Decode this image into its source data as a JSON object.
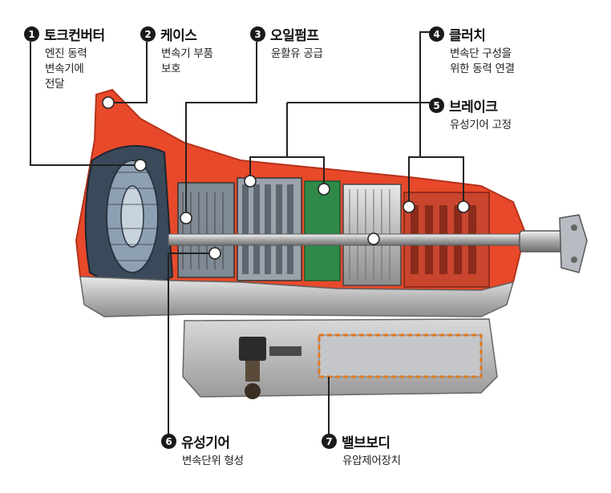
{
  "callouts": [
    {
      "num": "1",
      "title": "토크컨버터",
      "lines": [
        "엔진 동력",
        "변속기에",
        "전달"
      ]
    },
    {
      "num": "2",
      "title": "케이스",
      "lines": [
        "변속기 부품",
        "보호"
      ]
    },
    {
      "num": "3",
      "title": "오일펌프",
      "lines": [
        "윤활유 공급"
      ]
    },
    {
      "num": "4",
      "title": "클러치",
      "lines": [
        "변속단 구성을",
        "위한 동력 연결"
      ]
    },
    {
      "num": "5",
      "title": "브레이크",
      "lines": [
        "유성기어 고정"
      ]
    },
    {
      "num": "6",
      "title": "유성기어",
      "lines": [
        "변속단위 형성"
      ]
    },
    {
      "num": "7",
      "title": "밸브보디",
      "lines": [
        "유압제어장치"
      ]
    }
  ],
  "colors": {
    "accent": "#e8492a",
    "leader": "#222222",
    "valve_box": "#e07a1f"
  }
}
